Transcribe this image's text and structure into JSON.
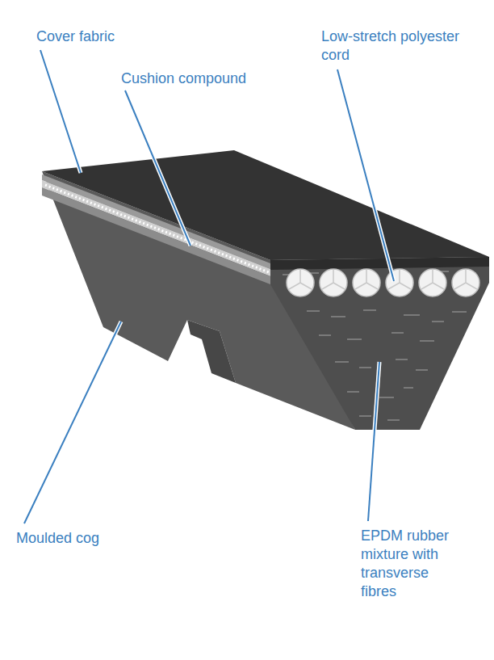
{
  "diagram": {
    "labels": [
      "Cover fabric",
      "Cushion compound",
      "Low-stretch polyester cord",
      "Moulded cog",
      "EPDM rubber mixture with transverse fibres"
    ]
  }
}
